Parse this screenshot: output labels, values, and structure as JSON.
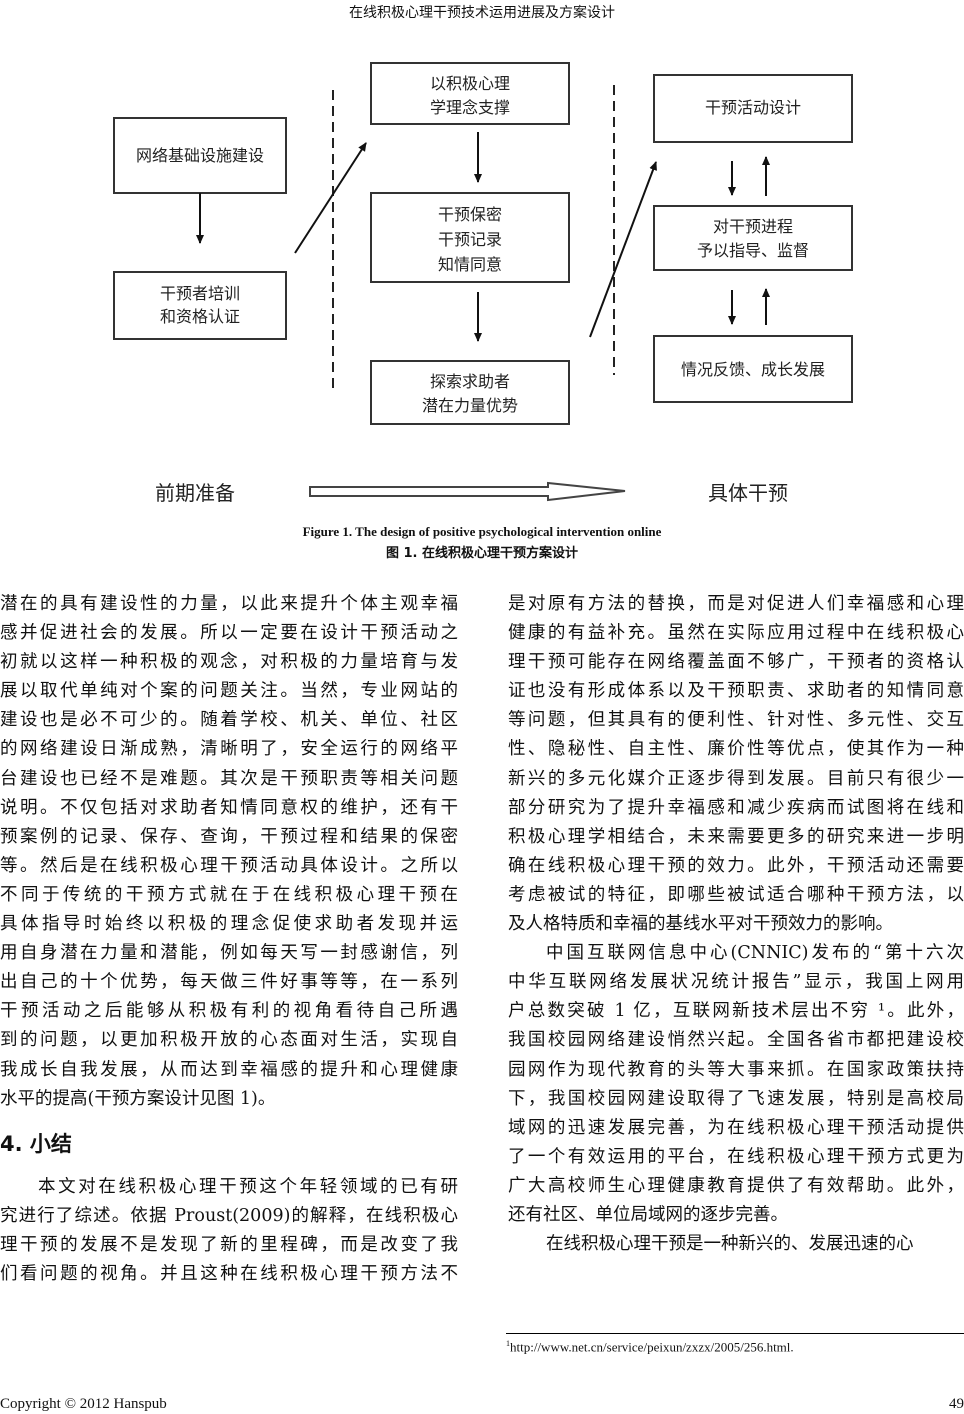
{
  "header": "在线积极心理干预技术运用进展及方案设计",
  "figure": {
    "boxes": {
      "infrastructure": [
        "网络基础设施建设"
      ],
      "training": [
        "干预者培训",
        "和资格认证"
      ],
      "theory": [
        "以积极心理",
        "学理念支撑"
      ],
      "ethics": [
        "干预保密",
        "干预记录",
        "知情同意"
      ],
      "strengths": [
        "探索求助者",
        "潜在力量优势"
      ],
      "activity": [
        "干预活动设计"
      ],
      "guidance": [
        "对干预进程",
        "予以指导、监督"
      ],
      "feedback": [
        "情况反馈、成长发展"
      ]
    },
    "stage_left": "前期准备",
    "stage_right": "具体干预",
    "caption_en": "Figure 1. The design of positive psychological intervention online",
    "caption_zh": "图 1.  在线积极心理干预方案设计"
  },
  "left_column": [
    "潜在的具有建设性的力量，以此来提升个体主观幸福",
    "感并促进社会的发展。所以一定要在设计干预活动之",
    "初就以这样一种积极的观念，对积极的力量培育与发",
    "展以取代单纯对个案的问题关注。当然，专业网站的",
    "建设也是必不可少的。随着学校、机关、单位、社区",
    "的网络建设日渐成熟，清晰明了，安全运行的网络平",
    "台建设也已经不是难题。其次是干预职责等相关问题",
    "说明。不仅包括对求助者知情同意权的维护，还有干",
    "预案例的记录、保存、查询，干预过程和结果的保密",
    "等。然后是在线积极心理干预活动具体设计。之所以",
    "不同于传统的干预方式就在于在线积极心理干预在",
    "具体指导时始终以积极的理念促使求助者发现并运",
    "用自身潜在力量和潜能，例如每天写一封感谢信，列",
    "出自己的十个优势，每天做三件好事等等，在一系列",
    "干预活动之后能够从积极有利的视角看待自己所遇",
    "到的问题，以更加积极开放的心态面对生活，实现自",
    "我成长自我发展，从而达到幸福感的提升和心理健康",
    "水平的提高(干预方案设计见图 1)。"
  ],
  "section_heading": "4.  小结",
  "summary_lines": [
    "本文对在线积极心理干预这个年轻领域的已有研",
    "究进行了综述。依据 Proust(2009)的解释，在线积极心",
    "理干预的发展不是发现了新的里程碑，而是改变了我",
    "们看问题的视角。并且这种在线积极心理干预方法不"
  ],
  "right_column": [
    "是对原有方法的替换，而是对促进人们幸福感和心理",
    "健康的有益补充。虽然在实际应用过程中在线积极心",
    "理干预可能存在网络覆盖面不够广，干预者的资格认",
    "证也没有形成体系以及干预职责、求助者的知情同意",
    "等问题，但其具有的便利性、针对性、多元性、交互",
    "性、隐秘性、自主性、廉价性等优点，使其作为一种",
    "新兴的多元化媒介正逐步得到发展。目前只有很少一",
    "部分研究为了提升幸福感和减少疾病而试图将在线和",
    "积极心理学相结合，未来需要更多的研究来进一步明",
    "确在线积极心理干预的效力。此外，干预活动还需要",
    "考虑被试的特征，即哪些被试适合哪种干预方法，以",
    "及人格特质和幸福的基线水平对干预效力的影响。",
    "中国互联网信息中心(CNNIC)发布的“第十六次",
    "中华互联网络发展状况统计报告”显示，我国上网用",
    "户总数突破 1 亿，互联网新技术层出不穷 ¹。此外，",
    "我国校园网络建设悄然兴起。全国各省市都把建设校",
    "园网作为现代教育的头等大事来抓。在国家政策扶持",
    "下，我国校园网建设取得了飞速发展，特别是高校局",
    "域网的迅速发展完善，为在线积极心理干预活动提供",
    "了一个有效运用的平台，在线积极心理干预方式更为",
    "广大高校师生心理健康教育提供了有效帮助。此外，",
    "还有社区、单位局域网的逐步完善。",
    "在线积极心理干预是一种新兴的、发展迅速的心"
  ],
  "footnote": {
    "mark": "1",
    "text": "http://www.net.cn/service/peixun/zxzx/2005/256.html."
  },
  "footer": {
    "copyright": "Copyright © 2012 Hanspub",
    "page": "49"
  }
}
